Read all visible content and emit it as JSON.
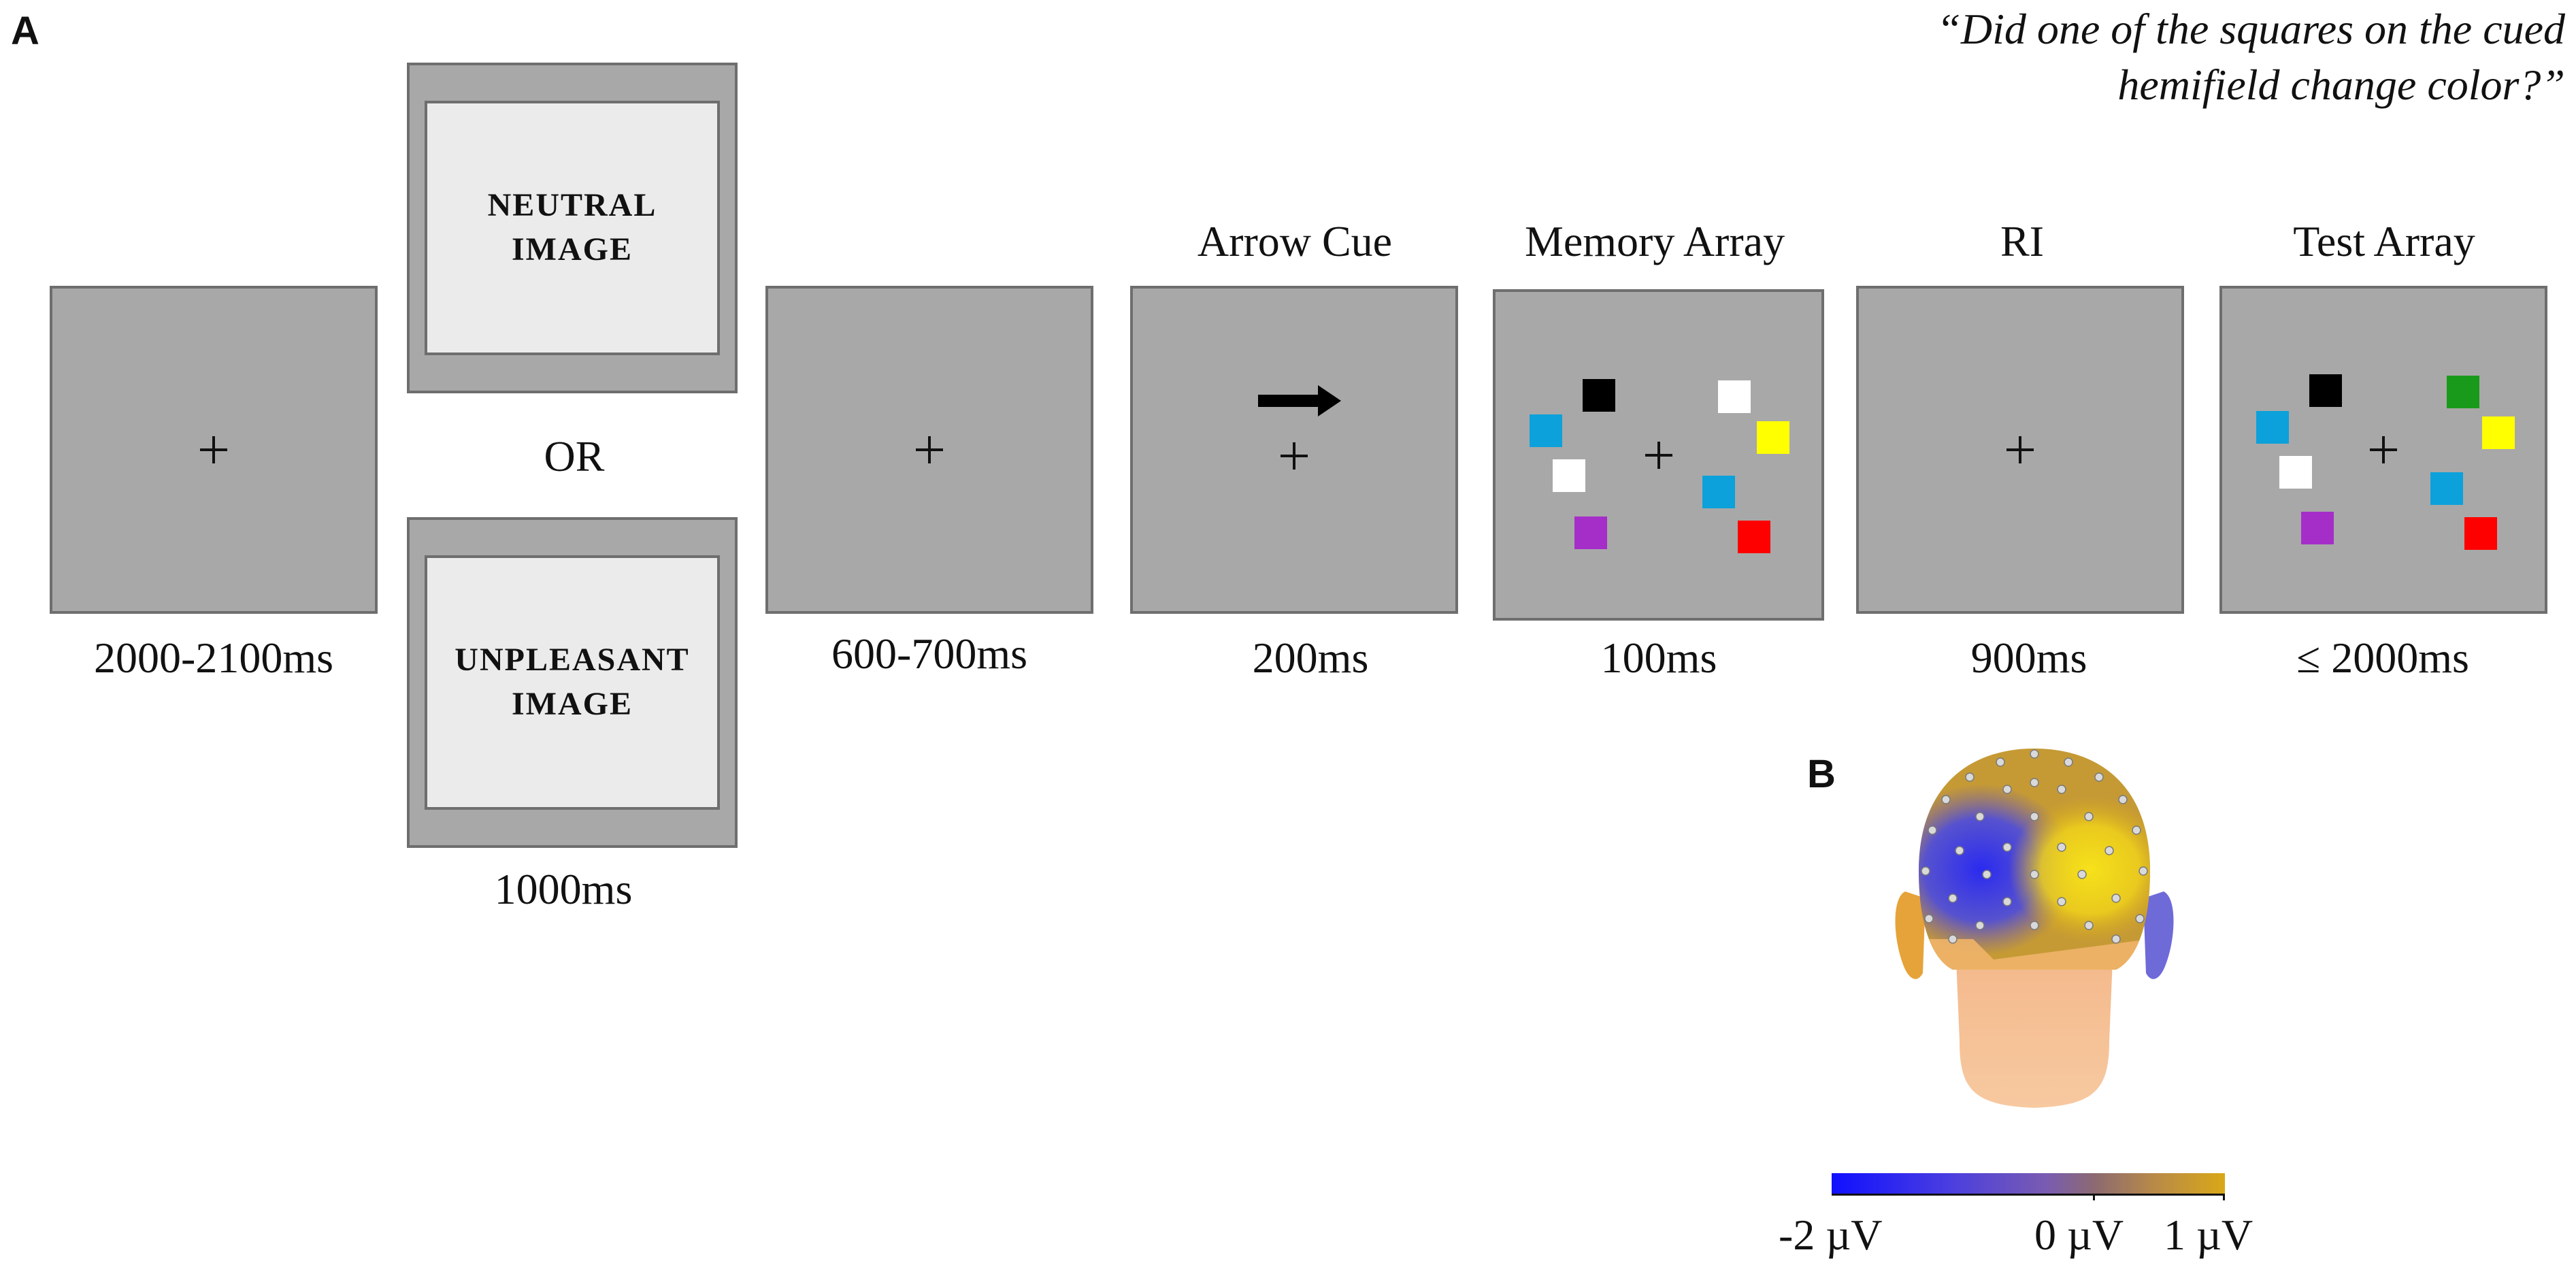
{
  "panel_a": {
    "letter": "A"
  },
  "panel_b": {
    "letter": "B"
  },
  "question": {
    "line1": "“Did one of the squares on the cued",
    "line2": "hemifield change color?”"
  },
  "timeline": {
    "fixation_1": {
      "timing": "2000-2100ms"
    },
    "image": {
      "neutral_line1": "NEUTRAL",
      "neutral_line2": "IMAGE",
      "or": "OR",
      "unpleasant_line1": "UNPLEASANT",
      "unpleasant_line2": "IMAGE",
      "timing": "1000ms"
    },
    "fixation_2": {
      "timing": "600-700ms"
    },
    "arrow_cue": {
      "heading": "Arrow Cue",
      "timing": "200ms"
    },
    "memory_array": {
      "heading": "Memory Array",
      "timing": "100ms"
    },
    "ri": {
      "heading": "RI",
      "timing": "900ms"
    },
    "test_array": {
      "heading": "Test Array",
      "timing": "≤ 2000ms"
    }
  },
  "colors": {
    "frame": "#a8a8a8",
    "black": "#000000",
    "white": "#ffffff",
    "cyan": "#0ca1db",
    "yellow": "#ffff00",
    "magenta": "#a52ec8",
    "red": "#ff0000",
    "green": "#1a9a1a",
    "colorbar_negative": "#1010ff",
    "colorbar_zero": "#8c6a70",
    "colorbar_positive": "#d9a818"
  },
  "memory_array_squares": [
    "black",
    "cyan",
    "white",
    "magenta",
    "white",
    "yellow",
    "cyan",
    "red"
  ],
  "test_array_squares": [
    "black",
    "cyan",
    "white",
    "magenta",
    "green",
    "yellow",
    "cyan",
    "red"
  ],
  "topomap": {
    "colorbar_labels": {
      "min": "-2 µV",
      "zero": "0 µV",
      "max": "1 µV"
    }
  }
}
